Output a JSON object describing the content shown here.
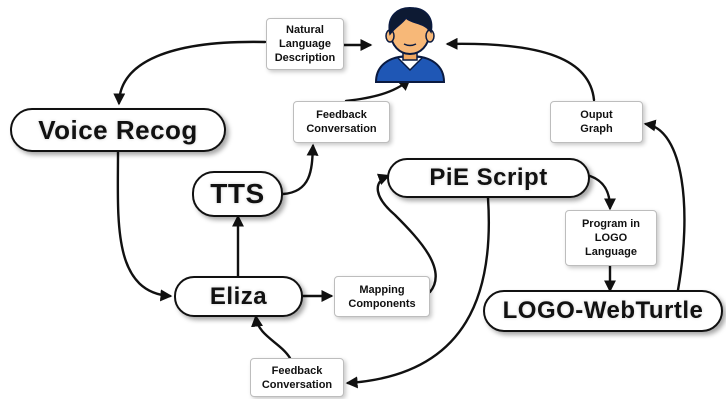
{
  "nodes": {
    "voice_recog": "Voice Recog",
    "tts": "TTS",
    "eliza": "Eliza",
    "pie_script": "PiE Script",
    "logo_webturtle": "LOGO-WebTurtle"
  },
  "notes": {
    "natural_language_description": "Natural\nLanguage\nDescription",
    "feedback_conversation_top": "Feedback\nConversation",
    "mapping_components": "Mapping\nComponents",
    "feedback_conversation_bottom": "Feedback\nConversation",
    "program_in_logo_language": "Program in\nLOGO\nLanguage",
    "output_graph": "Ouput\nGraph"
  },
  "icons": {
    "user": "user-avatar-icon"
  },
  "colors": {
    "shirt": "#1f57b5",
    "hair": "#0d1a33",
    "skin": "#f7b878",
    "line": "#111111"
  }
}
